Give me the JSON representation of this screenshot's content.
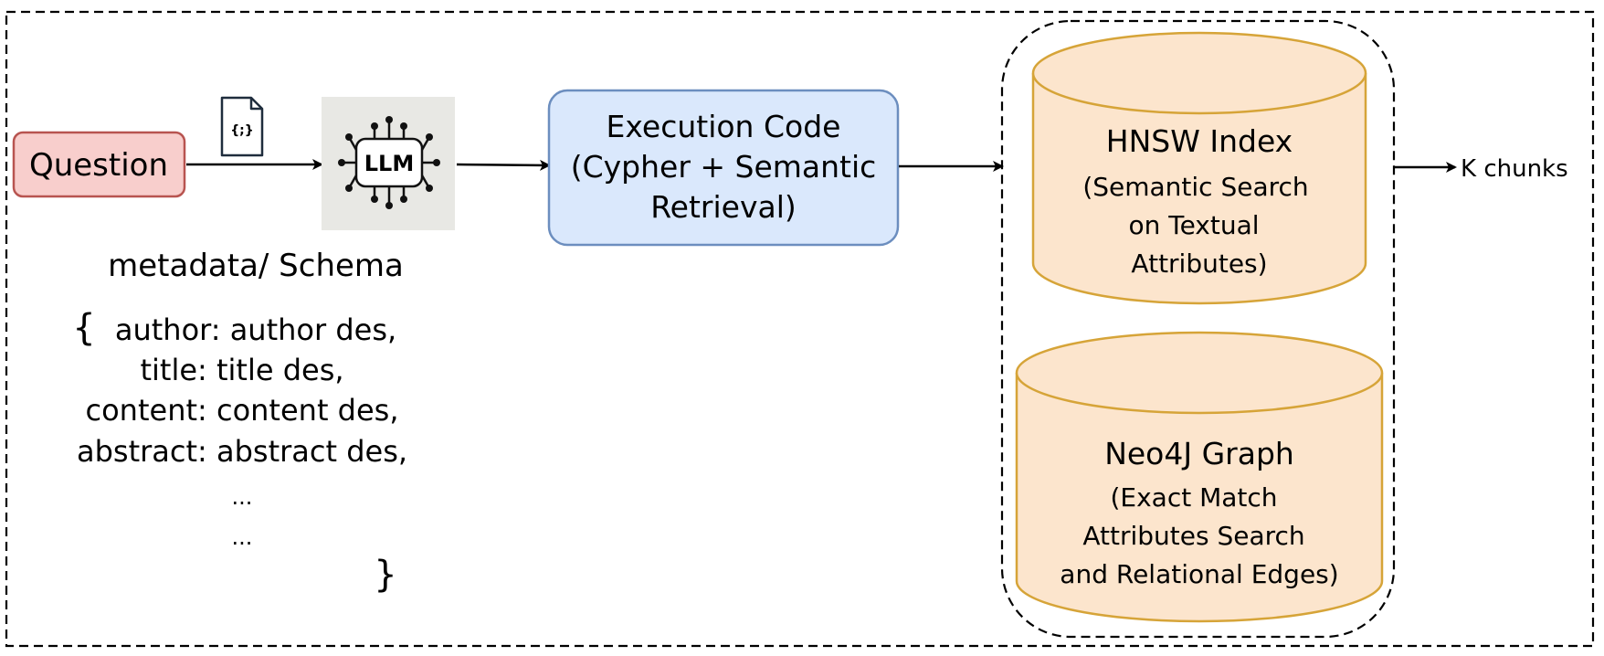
{
  "question_label": "Question",
  "llm_label": "LLM",
  "json_icon_label": "{;}",
  "execution": {
    "line1": "Execution Code",
    "line2": "(Cypher + Semantic",
    "line3": "Retrieval)"
  },
  "hnsw": {
    "title": "HNSW Index",
    "line1": "(Semantic Search",
    "line2": "on Textual",
    "line3": "Attributes)"
  },
  "neo4j": {
    "title": "Neo4J Graph",
    "line1": "(Exact Match",
    "line2": "Attributes Search",
    "line3": "and Relational Edges)"
  },
  "output_label": "K chunks",
  "schema": {
    "title": "metadata/ Schema",
    "open_brace": "{",
    "lines": [
      "author: author des,",
      "title: title des,",
      "content: content des,",
      "abstract: abstract des,",
      "...",
      "..."
    ],
    "close_brace": "}"
  },
  "colors": {
    "question_fill": "#f8cecc",
    "question_stroke": "#b85450",
    "execution_fill": "#dae8fc",
    "execution_stroke": "#6c8ebf",
    "db_fill": "#fce5cd",
    "db_stroke": "#d6a438",
    "llm_bg": "#e8e8e4"
  }
}
